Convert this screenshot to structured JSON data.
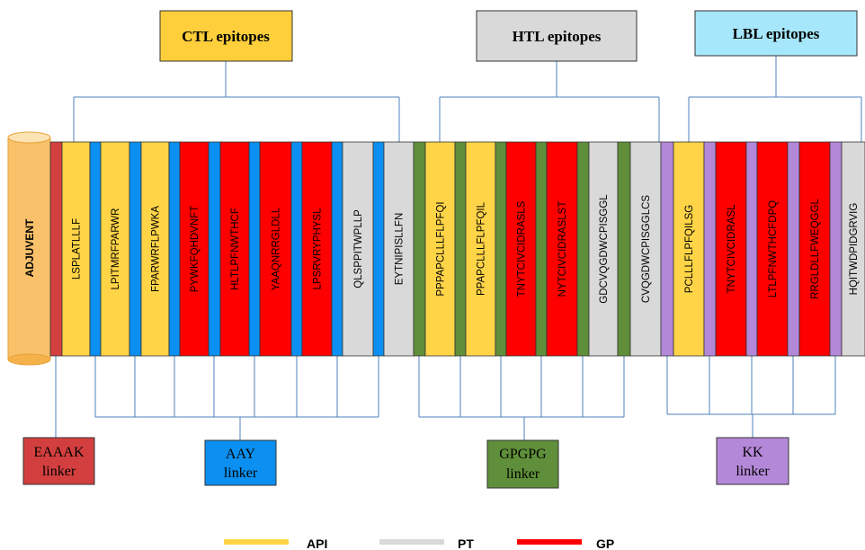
{
  "headers": {
    "ctl": "CTL epitopes",
    "htl": "HTL epitopes",
    "lbl": "LBL epitopes"
  },
  "adjuvant": "ADJUVENT",
  "linkers": {
    "eaaak": [
      "EAAAK",
      "linker"
    ],
    "aay": [
      "AAY",
      "linker"
    ],
    "gpgpg": [
      "GPGPG",
      "linker"
    ],
    "kk": [
      "KK",
      "linker"
    ]
  },
  "epitopes": [
    "LSPLATLLLF",
    "LPITMRFPARWR",
    "FPARWRFLPWKA",
    "PYWKFQHDVNFT",
    "HLTLPFNWTHCF",
    "YAAQNRRGLDLL",
    "LPSRVRYPHYSL",
    "QLSPPITWPLLP",
    "EYTNIPISLLFN",
    "PPPAPCLLLFLPFQI",
    "PPAPCLLLFLPFQIL",
    "TNYTCIVCIDRASLS",
    "NYTCIVCIDRASLST",
    "GDCVQGDWCPISGGL",
    "CVQGDWCPISGGLCS",
    "PCLLLFLPFQILSG",
    "TNYTCIVCIDRASL",
    "LTLPFNWTHCFDPQ",
    "RRGLDLLFWEQGGL",
    "HQITWDPIDGRVIG"
  ],
  "legend": [
    {
      "label": "API",
      "color": "#ffd447"
    },
    {
      "label": "PT",
      "color": "#d9d9d9"
    },
    {
      "label": "GP",
      "color": "#ff0000"
    }
  ],
  "colors": {
    "api": "#ffd447",
    "pt": "#d9d9d9",
    "gp": "#ff0000",
    "eaaak": "#d33f3f",
    "aay": "#0b8ff0",
    "gpgpg": "#5f8f3a",
    "kk": "#b488d8",
    "ctl_header": "#ffcf3b",
    "htl_header": "#d9d9d9",
    "lbl_header": "#a7e7fb",
    "connector": "#4f81bd"
  }
}
